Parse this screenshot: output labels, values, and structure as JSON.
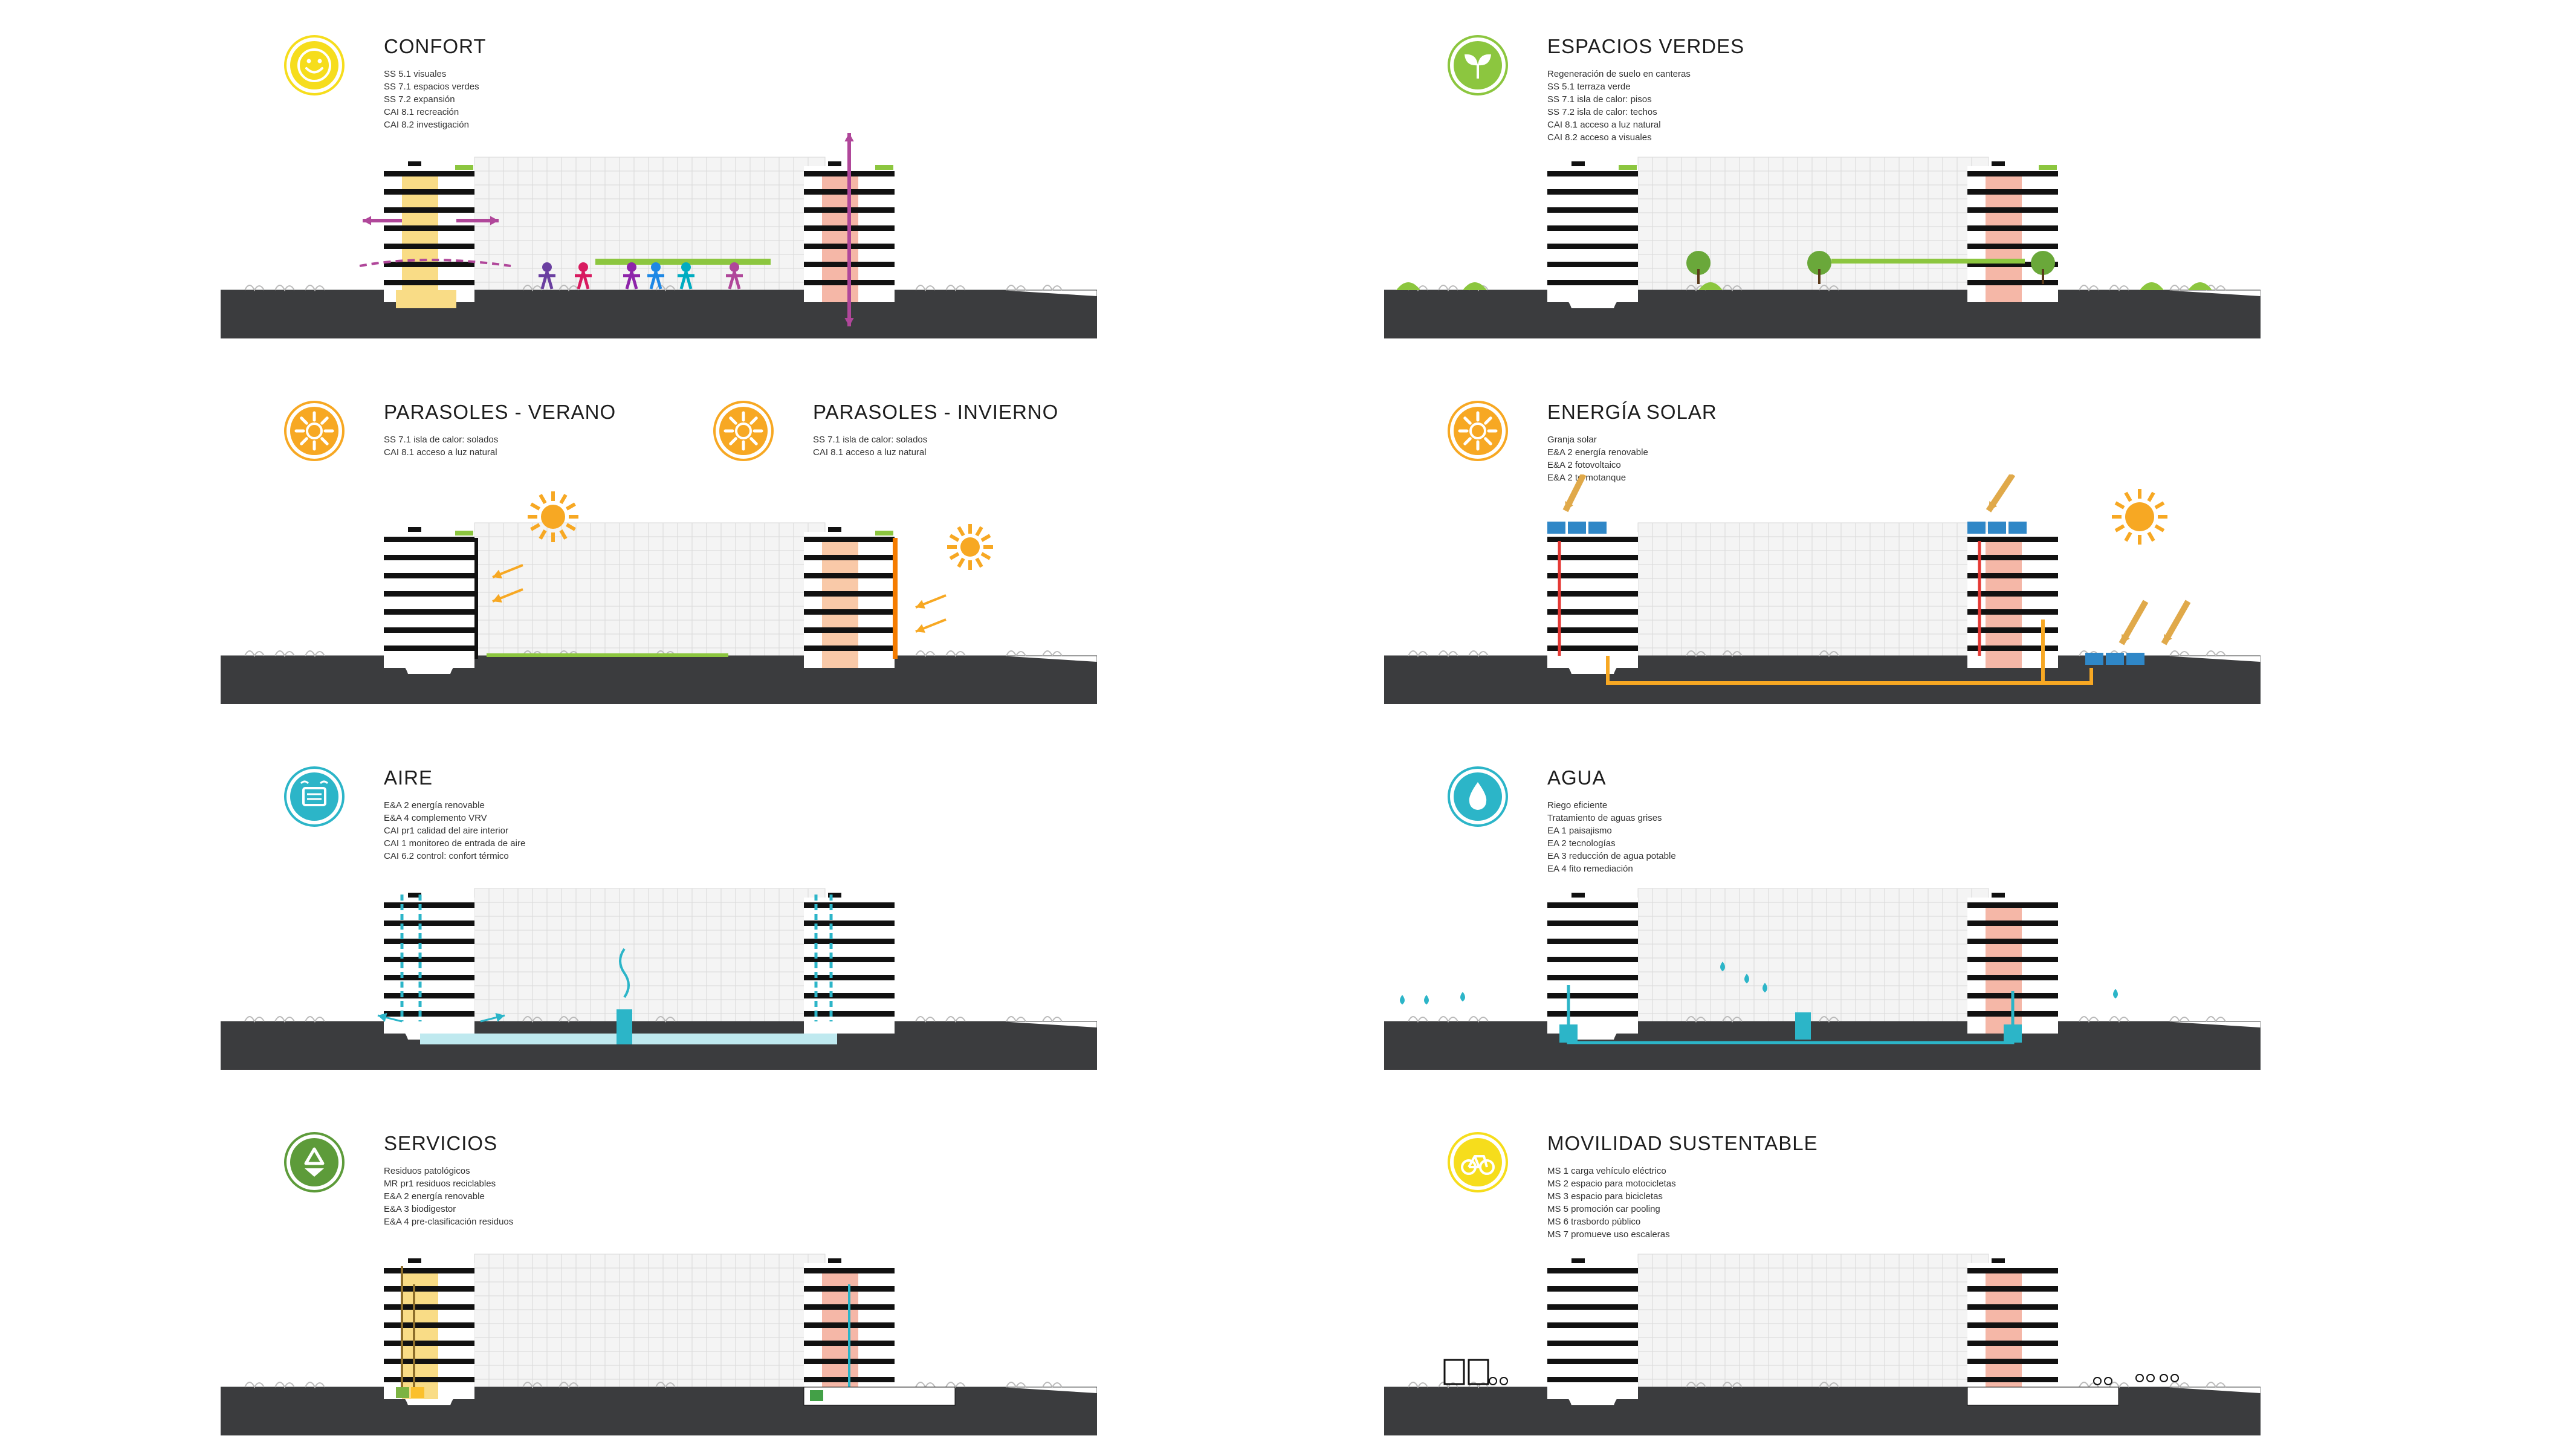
{
  "colors": {
    "ground": "#3b3c3e",
    "grid": "#d9d9d9",
    "yellow": "#f5dc2a",
    "green": "#8cc63f",
    "orange": "#f7a823",
    "cyan": "#2cb5c8",
    "dark_green": "#5d9b3a",
    "magenta": "#b0479a",
    "pink_core": "#f5b7a7",
    "yellow_core": "#f9dc86"
  },
  "panels": [
    {
      "id": "confort",
      "icon": "smiley-icon",
      "icon_color": "#f6dd1c",
      "title": "CONFORT",
      "items": [
        "SS 5.1 visuales",
        "SS 7.1 espacios verdes",
        "SS 7.2 expansión",
        "CAI 8.1 recreación",
        "CAI 8.2 investigación"
      ],
      "section": "confort"
    },
    {
      "id": "espacios-verdes",
      "icon": "leaf-icon",
      "icon_color": "#8cc63f",
      "title": "ESPACIOS VERDES",
      "items": [
        "Regeneración de suelo en canteras",
        "SS 5.1 terraza verde",
        "SS 7.1 isla de calor: pisos",
        "SS 7.2 isla de calor: techos",
        "CAI 8.1 acceso a luz natural",
        "CAI 8.2 acceso a visuales"
      ],
      "section": "verdes"
    },
    {
      "id": "parasoles",
      "section": "parasoles",
      "sub": [
        {
          "icon": "sun-icon",
          "icon_color": "#f7a823",
          "title": "PARASOLES - VERANO",
          "items": [
            "SS 7.1 isla de calor: solados",
            "CAI 8.1 acceso a luz natural"
          ]
        },
        {
          "icon": "sun-icon",
          "icon_color": "#f7a823",
          "title": "PARASOLES - INVIERNO",
          "items": [
            "SS 7.1 isla de calor: solados",
            "CAI 8.1 acceso a luz natural"
          ]
        }
      ]
    },
    {
      "id": "energia-solar",
      "icon": "sun-icon",
      "icon_color": "#f7a823",
      "title": "ENERGÍA SOLAR",
      "items": [
        "Granja solar",
        "E&A 2 energía renovable",
        "E&A 2 fotovoltaico",
        "E&A 2 termotanque"
      ],
      "section": "solar"
    },
    {
      "id": "aire",
      "icon": "air-unit-icon",
      "icon_color": "#2cb5c8",
      "title": "AIRE",
      "items": [
        "E&A 2 energía renovable",
        "E&A 4 complemento VRV",
        "CAI pr1 calidad del aire interior",
        "CAI 1 monitoreo de entrada de aire",
        "CAI 6.2 control: confort térmico"
      ],
      "section": "aire"
    },
    {
      "id": "agua",
      "icon": "water-drop-icon",
      "icon_color": "#2cb5c8",
      "title": "AGUA",
      "items": [
        "Riego eficiente",
        "Tratamiento de aguas grises",
        "EA 1 paisajismo",
        "EA 2 tecnologías",
        "EA 3 reducción de agua potable",
        "EA 4 fito remediación"
      ],
      "section": "agua"
    },
    {
      "id": "servicios",
      "icon": "recycle-icon",
      "icon_color": "#5d9b3a",
      "title": "SERVICIOS",
      "items": [
        "Residuos patológicos",
        "MR pr1 residuos reciclables",
        "E&A 2 energía renovable",
        "E&A 3 biodigestor",
        "E&A 4 pre-clasificación residuos"
      ],
      "section": "servicios"
    },
    {
      "id": "movilidad",
      "icon": "bicycle-icon",
      "icon_color": "#f6dd1c",
      "title": "MOVILIDAD SUSTENTABLE",
      "items": [
        "MS 1 carga vehículo eléctrico",
        "MS 2 espacio para motocicletas",
        "MS 3 espacio para bicicletas",
        "MS 5 promoción car pooling",
        "MS 6 trasbordo público",
        "MS 7 promueve uso escaleras"
      ],
      "section": "movilidad"
    }
  ]
}
